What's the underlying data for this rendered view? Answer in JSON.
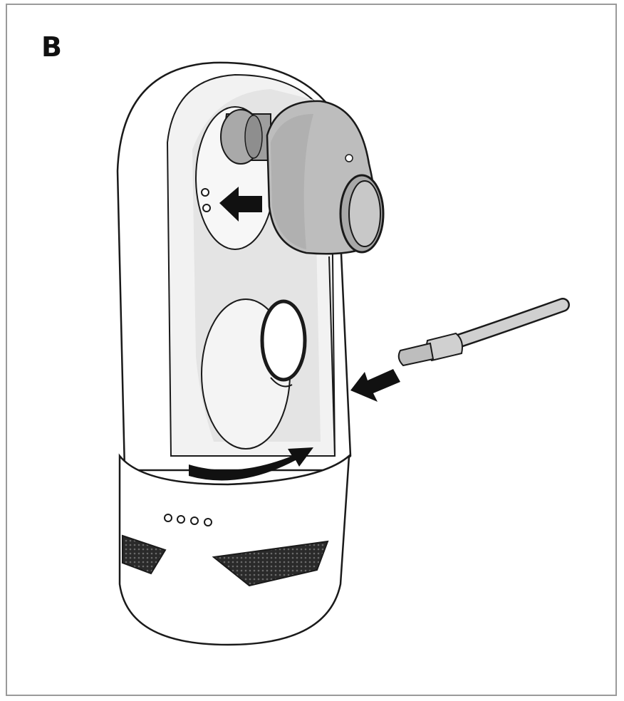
{
  "panel": {
    "label": "B"
  },
  "colors": {
    "outline": "#1a1a1a",
    "body_fill": "#ffffff",
    "shade_light": "#ececec",
    "shade_mid": "#d6d6d6",
    "earbud_fill": "#bdbdbd",
    "earbud_dark": "#a8a8a8",
    "arrow_fill": "#111111",
    "frame": "#9a9a9a"
  },
  "illustration": {
    "subject": "charging-case-with-earbud-and-usb-cable",
    "indicator_lights": 4,
    "arrows": [
      "insert-earbud-arrow",
      "plug-cable-arrow",
      "rotate-arrow"
    ]
  }
}
